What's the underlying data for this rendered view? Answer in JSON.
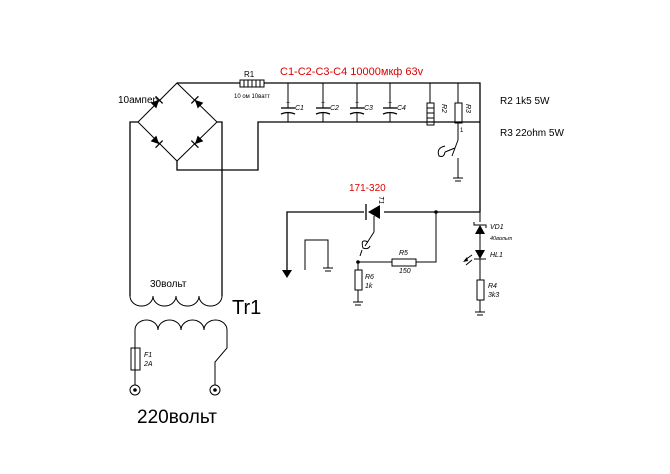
{
  "labels": {
    "bridge_current": "10ампер",
    "r1_name": "R1",
    "r1_value": "10 ом 10ватт",
    "caps_note": "C1-C2-C3-C4 10000мкф 63v",
    "c1": "C1",
    "c2": "C2",
    "c3": "C3",
    "c4": "C4",
    "r2_name": "R2",
    "r3_name": "R3",
    "r2_spec": "R2 1k5 5W",
    "r3_spec": "R3 22ohm 5W",
    "thyristor_part": "171-320",
    "thyristor_name": "T1",
    "vd1_name": "VD1",
    "vd1_value": "40вольт",
    "hl1_name": "HL1",
    "r4_name": "R4",
    "r4_value": "3k3",
    "r5_name": "R5",
    "r5_value": "150",
    "r6_name": "R6",
    "r6_value": "1k",
    "secondary_voltage": "30вольт",
    "transformer_name": "Tr1",
    "fuse_name": "F1",
    "fuse_value": "2A",
    "mains_voltage": "220вольт"
  },
  "colors": {
    "ink": "#000000",
    "annotation": "#e00000",
    "background": "#ffffff"
  }
}
